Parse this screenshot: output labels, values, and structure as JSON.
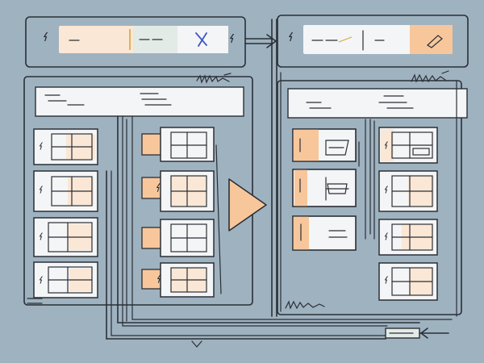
{
  "colors": {
    "background": "#9fb2c0",
    "panel": "#a5b7c5",
    "stroke": "#2a2f36",
    "card": "#f4f5f6",
    "accent_peach": "#f7c79b",
    "accent_peach_light": "#fbe7d5",
    "accent_mint": "#e3ebe6",
    "accent_blue": "#3d55c8"
  },
  "icons": {
    "toolbar_left": "lightning-bolt-icon",
    "toolbar_close": "close-icon",
    "toolbar_right": "lightning-bolt-icon",
    "toolbar_edit": "pencil-icon",
    "flow_play": "play-triangle-icon",
    "connector_arrow": "arrow-right-icon",
    "return_arrow": "arrow-left-icon",
    "cell_glyph": "lightning-bolt-icon"
  },
  "diagram": {
    "left_column_cards": 4,
    "middle_column_cards": 4,
    "right_inner_column_cards": 3,
    "right_outer_column_cards": 4
  }
}
